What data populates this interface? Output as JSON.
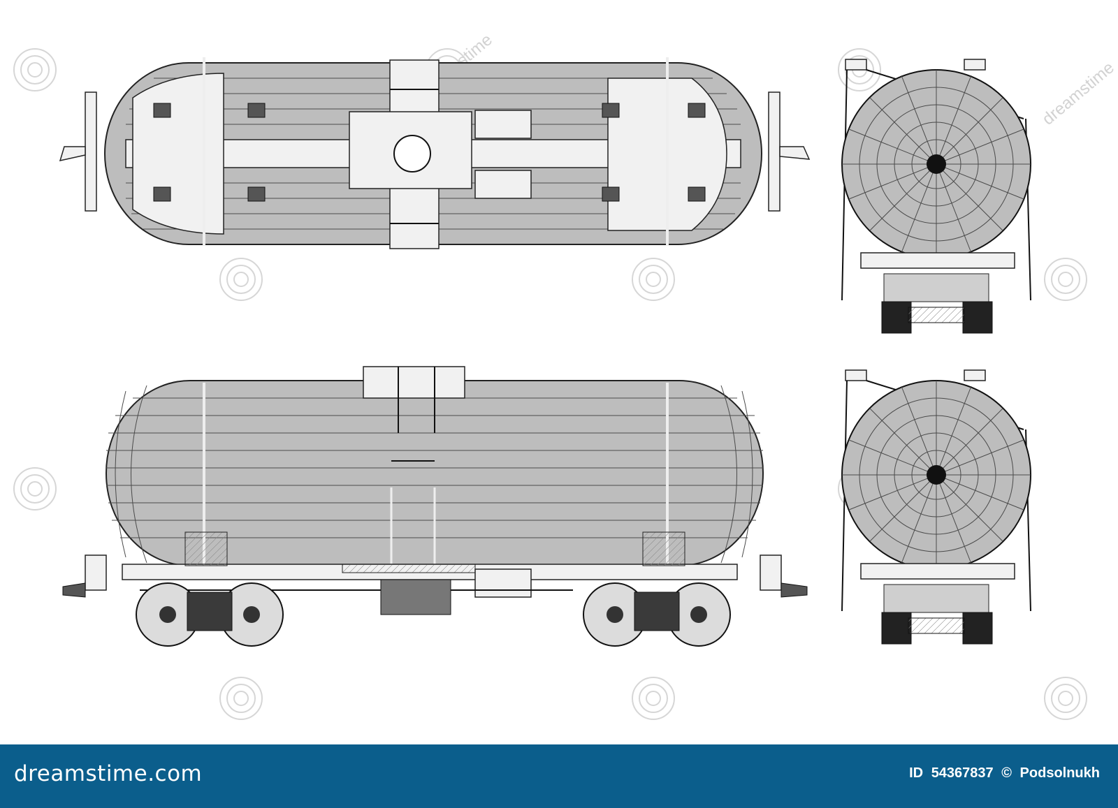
{
  "footer": {
    "brand": "dreamstime.com",
    "id_label": "ID",
    "id_value": "54367837",
    "copyright_symbol": "©",
    "author": "Podsolnukh"
  },
  "colors": {
    "footer_bg": "#0b5e8c",
    "tank_fill": "#bdbdbd",
    "line": "#222222"
  },
  "views": [
    "top-view",
    "side-view",
    "end-view-front",
    "end-view-rear"
  ],
  "watermark": {
    "text": "dreamstime",
    "icon": "spiral-watermark-icon"
  }
}
